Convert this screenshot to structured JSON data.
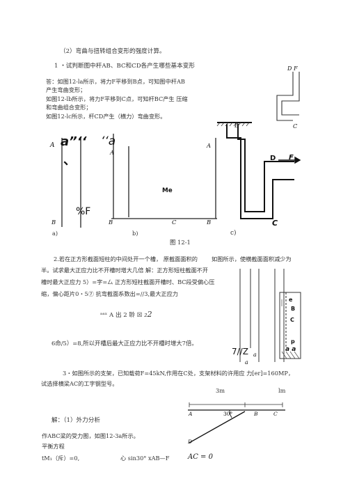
{
  "section_title": "（2）弯曲与扭转组合变形的强度计算。",
  "problem1": {
    "statement": "1 ・试判断图中杆AB、BC和CD各产生哪些基本变形",
    "answer_lines": [
      "答：如图12-la所示，将力F平移到B点，可知图中杆AB",
      "产生弯曲变形；",
      "如图12-lb所示，将力F平移到C点，可知杆BC产生 压缩",
      "和弯曲组合变形；",
      "如图12-lc所示，杆CD产生（横力）弯曲变形。"
    ]
  },
  "figure1": {
    "label_df": "D F",
    "label_b_top": "B",
    "label_c_top": "C",
    "a_label_left": "A",
    "a_label_mid": "A",
    "a_label_right": "A",
    "garble1": "a”‘‘",
    "garble2": "‘‘a",
    "dot": "、",
    "pct_f": "%F",
    "me": "Me",
    "label_b1": "B",
    "label_b2": "B",
    "label_c2": "C",
    "label_b3": "B",
    "label_d": "D",
    "label_f": "F",
    "label_c3": "C",
    "sub_a": "a)",
    "sub_b": "b)",
    "sub_c": "c)",
    "caption": "图 12-1"
  },
  "problem2": {
    "lines": [
      "2.若在正方形截面短柱的中间处开一个槽， 原截面面积的",
      "半。试求最大正应力比不开槽时增大几倍 解：正方形短柱截面不开",
      "槽时最大正应力 5）=字=厶 正方形短柱截面开槽时、BC段受偏心压",
      "缩，偏心距片0・5⑦ 抗弯截面系数出=//3,最大正应力"
    ],
    "overlap_text": "如图所示，使横截面面积减少为",
    "formula": "ᵃᵃˣ A 出 2 聆 ☒ ",
    "formula_tail": "₂2",
    "result": "6命/5）=8,所以开槽后最大正应力比不开槽时增大7倍。",
    "fig_z": "7//Z",
    "fig_a_small": "a",
    "fig_a_bottom": "a",
    "fig_e": "e",
    "fig_b": "B",
    "fig_c": "C",
    "fig_p": "p",
    "fig_aa": "a  a"
  },
  "problem3": {
    "line1": "3・如图所示的支架，已知载荷F=45kN,作用在C处，支架材料的许用应 力[er]=160MP，",
    "line2": "试选择横梁AC的工字钢型号。",
    "dim1": "3m",
    "dim2": "lm",
    "solution_head": "解：（1）外力分析",
    "solution_line": "作ABC梁的受力图，如图12-3a所示。",
    "balance": "平衡方程",
    "eq_left": "tM₁（斥）=0,",
    "eq_mid": "心 sin30° xAB—F",
    "eq_right": "AC = 0",
    "fig_a": "A",
    "fig_angle": "30°",
    "fig_b": "B",
    "fig_c": "C",
    "fig_d": "D"
  }
}
